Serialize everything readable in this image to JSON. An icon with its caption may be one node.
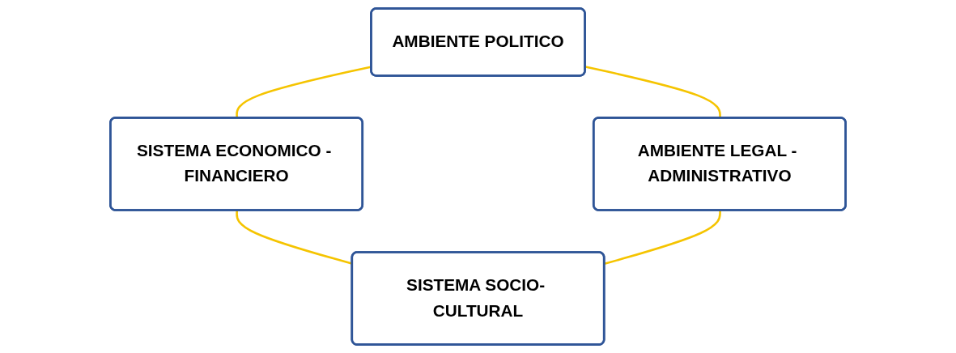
{
  "diagram": {
    "nodes": [
      {
        "text": [
          "AMBIENTE POLITICO"
        ]
      },
      {
        "text": [
          "SISTEMA ECONOMICO - FINANCIERO"
        ]
      },
      {
        "text": [
          "AMBIENTE LEGAL - ADMINISTRATIVO"
        ]
      },
      {
        "text": [
          "SISTEMA SOCIO- CULTURAL"
        ]
      }
    ],
    "edges": [
      {
        "from": 0,
        "to": 1,
        "arrow": "none",
        "color": "#f5c400"
      },
      {
        "from": 0,
        "to": 2,
        "arrow": "none",
        "color": "#f5c400"
      },
      {
        "from": 1,
        "to": 3,
        "arrow": "none",
        "color": "#f5c400"
      },
      {
        "from": 2,
        "to": 3,
        "arrow": "none",
        "color": "#f5c400"
      }
    ]
  }
}
